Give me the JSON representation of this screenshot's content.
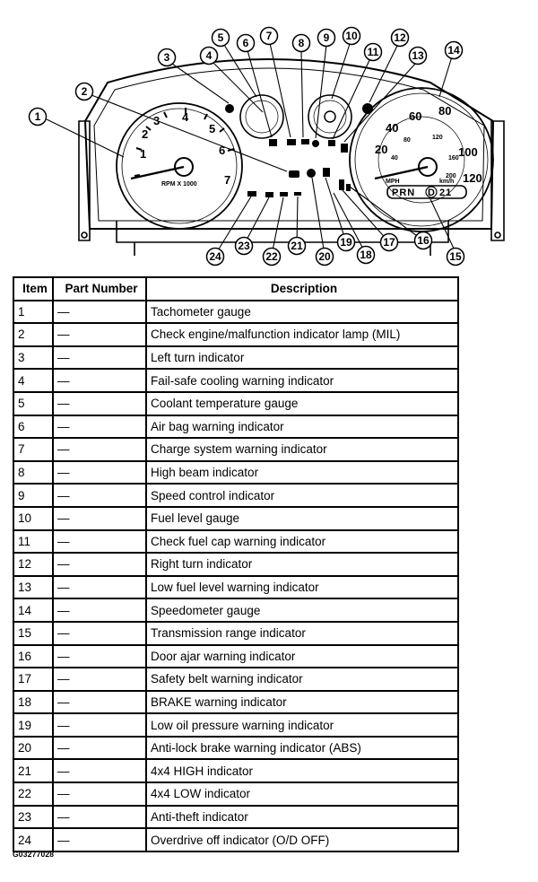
{
  "diagram": {
    "tach_numbers": [
      "1",
      "2",
      "3",
      "4",
      "5",
      "6",
      "7"
    ],
    "tach_unit": "RPM X 1000",
    "speedo_numbers": [
      "20",
      "40",
      "60",
      "80",
      "100",
      "120"
    ],
    "speedo_inner_numbers": [
      "40",
      "80",
      "120",
      "160",
      "200"
    ],
    "speedo_unit_mph": "MPH",
    "speedo_unit_kmh": "km/h",
    "prnd": "PRN",
    "prnd_d": "D",
    "prnd_tail": "21",
    "callouts": [
      "1",
      "2",
      "3",
      "4",
      "5",
      "6",
      "7",
      "8",
      "9",
      "10",
      "11",
      "12",
      "13",
      "14",
      "15",
      "16",
      "17",
      "18",
      "19",
      "20",
      "21",
      "22",
      "23",
      "24"
    ]
  },
  "table": {
    "headers": [
      "Item",
      "Part Number",
      "Description"
    ],
    "rows": [
      {
        "item": "1",
        "part": "—",
        "desc": "Tachometer gauge"
      },
      {
        "item": "2",
        "part": "—",
        "desc": "Check engine/malfunction indicator lamp (MIL)"
      },
      {
        "item": "3",
        "part": "—",
        "desc": "Left turn indicator"
      },
      {
        "item": "4",
        "part": "—",
        "desc": "Fail-safe cooling warning indicator"
      },
      {
        "item": "5",
        "part": "—",
        "desc": "Coolant temperature gauge"
      },
      {
        "item": "6",
        "part": "—",
        "desc": "Air bag warning indicator"
      },
      {
        "item": "7",
        "part": "—",
        "desc": "Charge system warning indicator"
      },
      {
        "item": "8",
        "part": "—",
        "desc": "High beam indicator"
      },
      {
        "item": "9",
        "part": "—",
        "desc": "Speed control indicator"
      },
      {
        "item": "10",
        "part": "—",
        "desc": "Fuel level gauge"
      },
      {
        "item": "11",
        "part": "—",
        "desc": "Check fuel cap warning indicator"
      },
      {
        "item": "12",
        "part": "—",
        "desc": "Right turn indicator"
      },
      {
        "item": "13",
        "part": "—",
        "desc": "Low fuel level warning indicator"
      },
      {
        "item": "14",
        "part": "—",
        "desc": "Speedometer gauge"
      },
      {
        "item": "15",
        "part": "—",
        "desc": "Transmission range indicator"
      },
      {
        "item": "16",
        "part": "—",
        "desc": "Door ajar warning indicator"
      },
      {
        "item": "17",
        "part": "—",
        "desc": "Safety belt warning indicator"
      },
      {
        "item": "18",
        "part": "—",
        "desc": "BRAKE warning indicator"
      },
      {
        "item": "19",
        "part": "—",
        "desc": "Low oil pressure warning indicator"
      },
      {
        "item": "20",
        "part": "—",
        "desc": "Anti-lock brake warning indicator (ABS)"
      },
      {
        "item": "21",
        "part": "—",
        "desc": "4x4 HIGH indicator"
      },
      {
        "item": "22",
        "part": "—",
        "desc": "4x4 LOW indicator"
      },
      {
        "item": "23",
        "part": "—",
        "desc": "Anti-theft indicator"
      },
      {
        "item": "24",
        "part": "—",
        "desc": "Overdrive off indicator (O/D OFF)"
      }
    ]
  },
  "figure_id": "G03277028"
}
